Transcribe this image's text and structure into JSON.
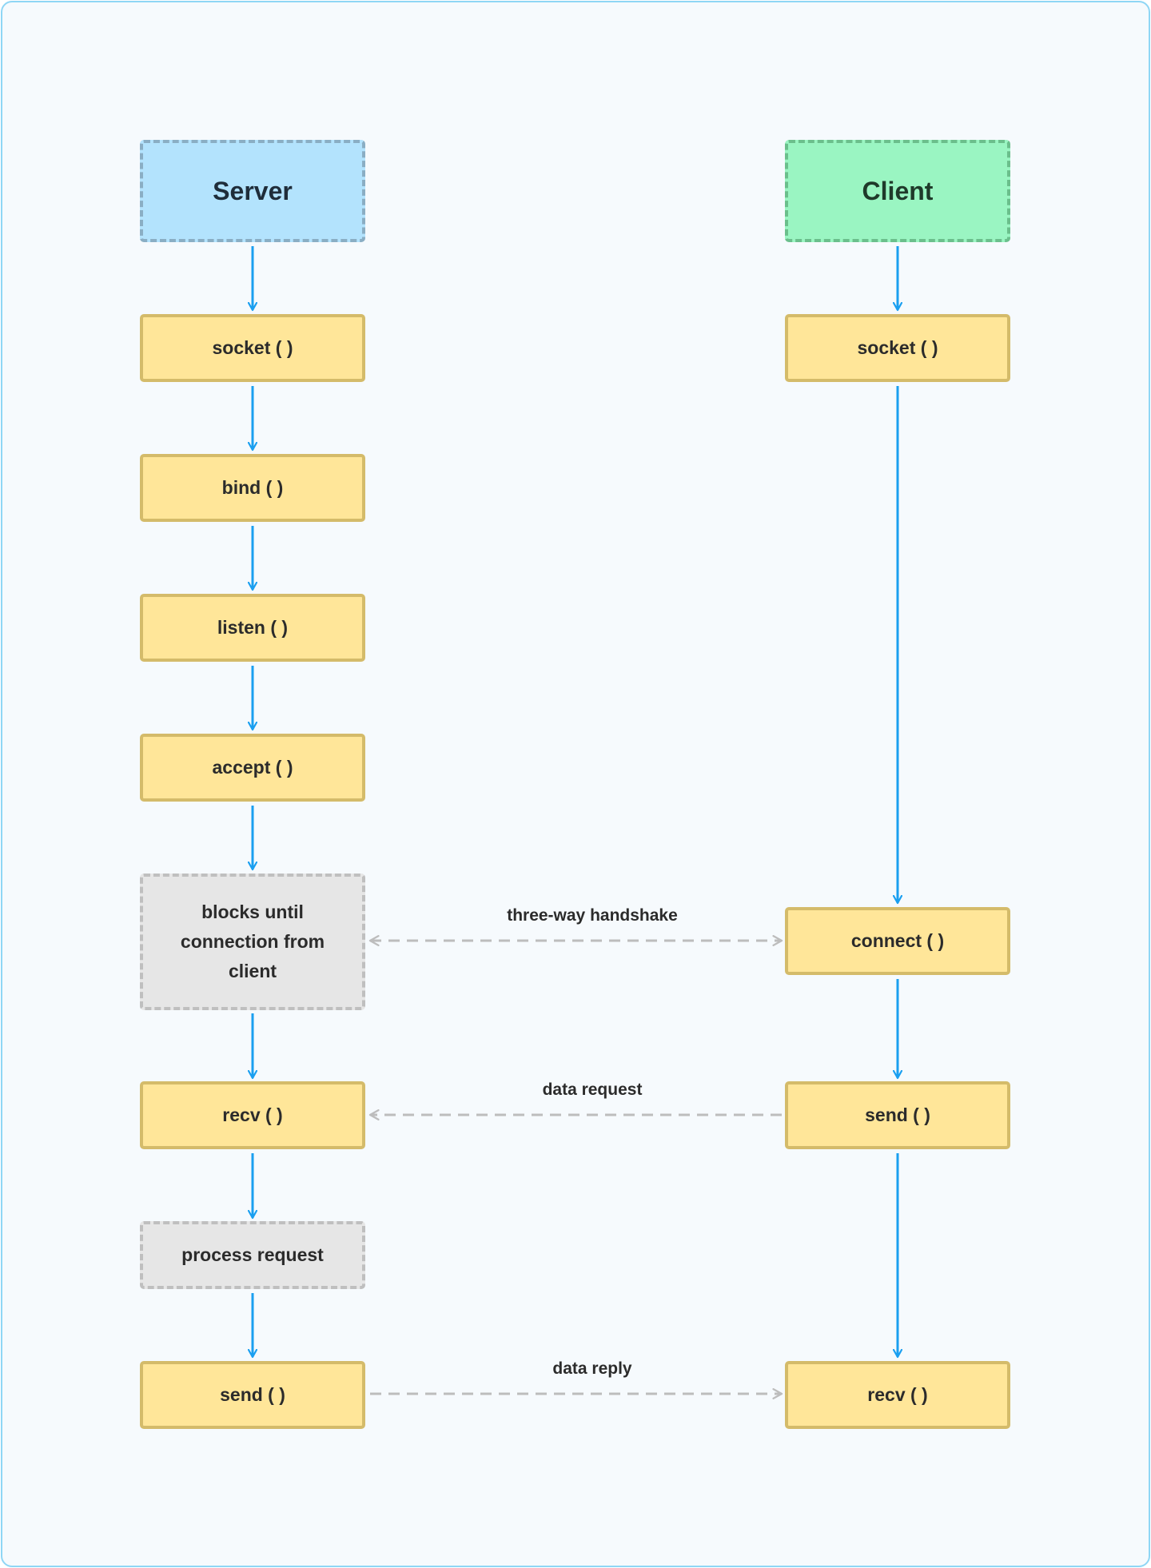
{
  "server": {
    "title": "Server",
    "socket": "socket ( )",
    "bind": "bind ( )",
    "listen": "listen ( )",
    "accept": "accept ( )",
    "blocks": "blocks until connection from client",
    "recv": "recv ( )",
    "process": "process request",
    "send": "send ( )"
  },
  "client": {
    "title": "Client",
    "socket": "socket ( )",
    "connect": "connect ( )",
    "send": "send ( )",
    "recv": "recv ( )"
  },
  "messages": {
    "handshake": "three-way handshake",
    "request": "data request",
    "reply": "data reply"
  },
  "colors": {
    "flow_arrow": "#1a9ff0",
    "message_arrow": "#bdbdbd",
    "step_fill": "#ffe699",
    "server_header": "#b3e3fd",
    "client_header": "#9af5c2",
    "wait_fill": "#e6e6e6",
    "frame_border": "#8fd6f5"
  }
}
